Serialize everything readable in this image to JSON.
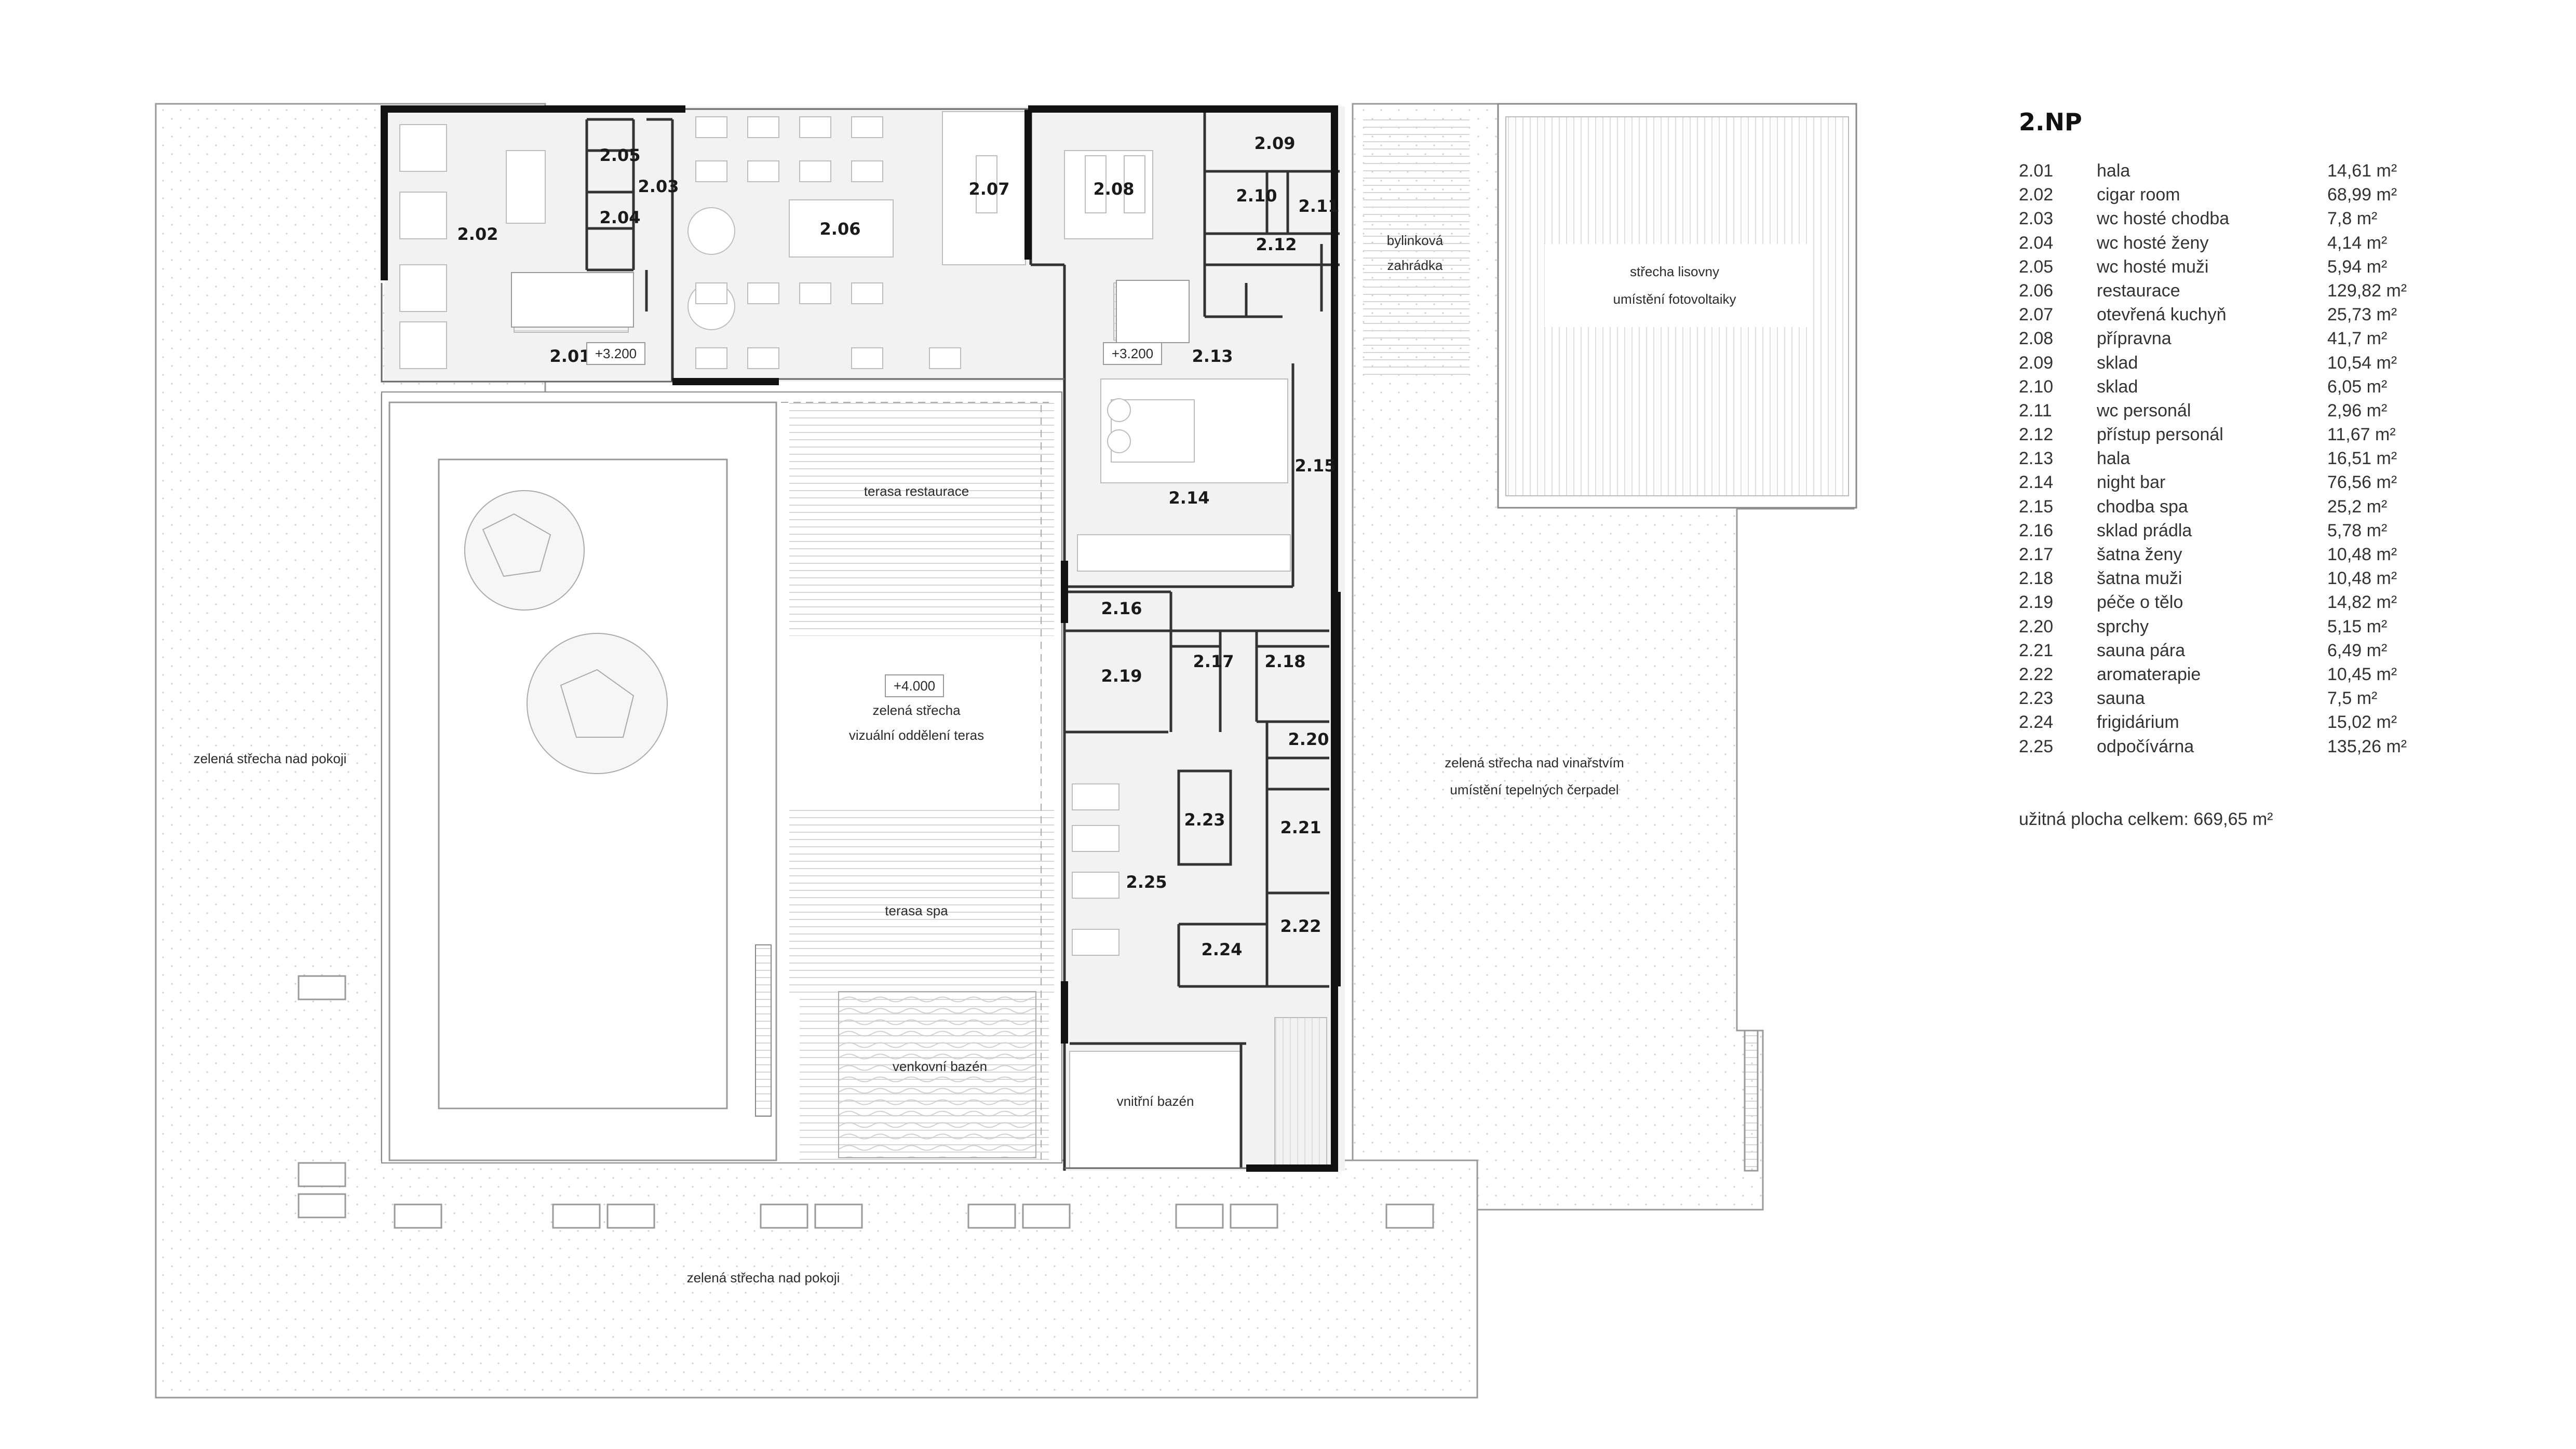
{
  "plan": {
    "title": "2.NP",
    "rooms": [
      {
        "id": "2.01",
        "name": "hala",
        "area": "14,61 m²"
      },
      {
        "id": "2.02",
        "name": "cigar room",
        "area": "68,99 m²"
      },
      {
        "id": "2.03",
        "name": "wc hosté chodba",
        "area": "7,8 m²"
      },
      {
        "id": "2.04",
        "name": "wc hosté ženy",
        "area": "4,14 m²"
      },
      {
        "id": "2.05",
        "name": "wc hosté muži",
        "area": "5,94 m²"
      },
      {
        "id": "2.06",
        "name": "restaurace",
        "area": "129,82 m²"
      },
      {
        "id": "2.07",
        "name": "otevřená kuchyň",
        "area": "25,73 m²"
      },
      {
        "id": "2.08",
        "name": "přípravna",
        "area": "41,7 m²"
      },
      {
        "id": "2.09",
        "name": "sklad",
        "area": "10,54 m²"
      },
      {
        "id": "2.10",
        "name": "sklad",
        "area": "6,05 m²"
      },
      {
        "id": "2.11",
        "name": "wc personál",
        "area": "2,96 m²"
      },
      {
        "id": "2.12",
        "name": "přístup personál",
        "area": "11,67 m²"
      },
      {
        "id": "2.13",
        "name": "hala",
        "area": "16,51 m²"
      },
      {
        "id": "2.14",
        "name": "night bar",
        "area": "76,56 m²"
      },
      {
        "id": "2.15",
        "name": "chodba spa",
        "area": "25,2 m²"
      },
      {
        "id": "2.16",
        "name": "sklad prádla",
        "area": "5,78 m²"
      },
      {
        "id": "2.17",
        "name": "šatna ženy",
        "area": "10,48 m²"
      },
      {
        "id": "2.18",
        "name": "šatna muži",
        "area": "10,48 m²"
      },
      {
        "id": "2.19",
        "name": "péče o tělo",
        "area": "14,82 m²"
      },
      {
        "id": "2.20",
        "name": "sprchy",
        "area": "5,15 m²"
      },
      {
        "id": "2.21",
        "name": "sauna pára",
        "area": "6,49 m²"
      },
      {
        "id": "2.22",
        "name": "aromaterapie",
        "area": "10,45 m²"
      },
      {
        "id": "2.23",
        "name": "sauna",
        "area": "7,5 m²"
      },
      {
        "id": "2.24",
        "name": "frigidárium",
        "area": "15,02 m²"
      },
      {
        "id": "2.25",
        "name": "odpočívárna",
        "area": "135,26 m²"
      }
    ],
    "total": "užitná plocha celkem: 669,65 m²",
    "levels": {
      "hall_west": "+3.200",
      "hall_east": "+3.200",
      "terrace": "+4.000"
    },
    "notes": {
      "roof_rooms_west": "zelená střecha nad pokoji",
      "roof_rooms_south": "zelená střecha nad pokoji",
      "terrace_restaurant": "terasa restaurace",
      "green_roof_1": "zelená střecha",
      "green_roof_2": "vizuální oddělení teras",
      "terrace_spa": "terasa spa",
      "outdoor_pool": "venkovní bazén",
      "indoor_pool": "vnitřní bazén",
      "herb_garden_1": "bylinková",
      "herb_garden_2": "zahrádka",
      "press_roof_1": "střecha lisovny",
      "press_roof_2": "umístění fotovoltaiky",
      "winery_roof_1": "zelená střecha nad vinařstvím",
      "winery_roof_2": "umístění tepelných čerpadel"
    }
  }
}
